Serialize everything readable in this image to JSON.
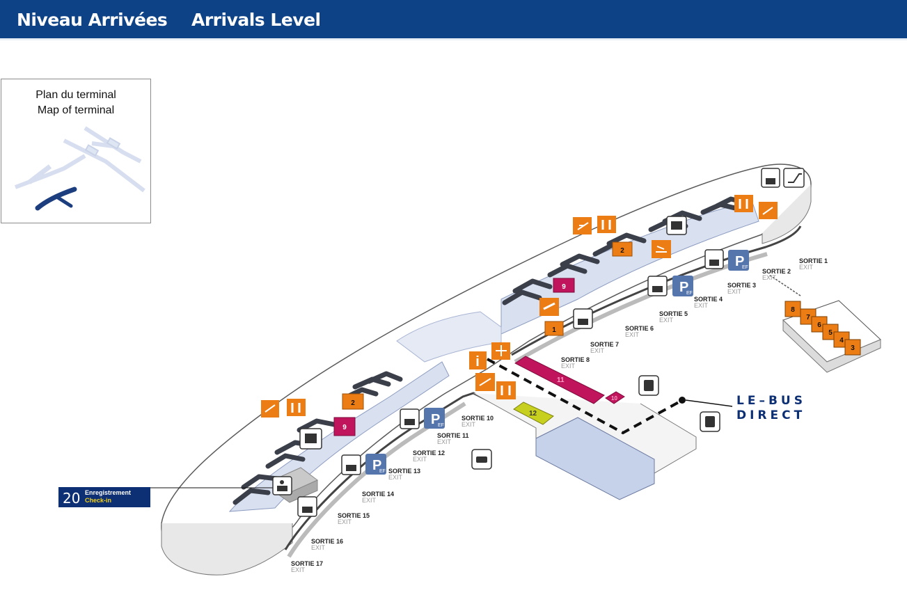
{
  "header": {
    "title_fr": "Niveau Arrivées",
    "title_en": "Arrivals Level",
    "background": "#0d4286"
  },
  "inset": {
    "line1": "Plan du terminal",
    "line2": "Map of terminal"
  },
  "checkin": {
    "number": "20",
    "label_fr": "Enregistrement",
    "label_en": "Check-in"
  },
  "bus": {
    "line1": "LE–BUS",
    "line2": "DIRECT"
  },
  "colors": {
    "service_orange": "#ec7d14",
    "parking_blue": "#5575ad",
    "belt_magenta": "#c0145c",
    "zone_yellow": "#c7cf1f",
    "terminal_blue": "#d9e0f0",
    "brand_navy": "#0d2f73"
  },
  "exits": [
    {
      "sortie": "SORTIE 1",
      "exit": "EXIT"
    },
    {
      "sortie": "SORTIE 2",
      "exit": "EXIT"
    },
    {
      "sortie": "SORTIE 3",
      "exit": "EXIT"
    },
    {
      "sortie": "SORTIE 4",
      "exit": "EXIT"
    },
    {
      "sortie": "SORTIE 5",
      "exit": "EXIT"
    },
    {
      "sortie": "SORTIE 6",
      "exit": "EXIT"
    },
    {
      "sortie": "SORTIE 7",
      "exit": "EXIT"
    },
    {
      "sortie": "SORTIE 8",
      "exit": "EXIT"
    },
    {
      "sortie": "SORTIE 10",
      "exit": "EXIT"
    },
    {
      "sortie": "SORTIE 11",
      "exit": "EXIT"
    },
    {
      "sortie": "SORTIE 12",
      "exit": "EXIT"
    },
    {
      "sortie": "SORTIE 13",
      "exit": "EXIT"
    },
    {
      "sortie": "SORTIE 14",
      "exit": "EXIT"
    },
    {
      "sortie": "SORTIE 15",
      "exit": "EXIT"
    },
    {
      "sortie": "SORTIE 16",
      "exit": "EXIT"
    },
    {
      "sortie": "SORTIE 17",
      "exit": "EXIT"
    }
  ],
  "zones": {
    "zone_2_east": "2",
    "zone_9_east": "9",
    "zone_1": "1",
    "zone_2_west": "2",
    "zone_9_west": "9",
    "zone_12": "12",
    "zone_11": "11",
    "zone_10": "10",
    "remote": [
      "8",
      "7",
      "6",
      "5",
      "4",
      "3"
    ]
  },
  "icons": {
    "info": "information-icon",
    "lift": "elevator-icon",
    "escalator": "escalator-icon",
    "parking": "parking-ef-icon",
    "parking_letter": "P",
    "parking_sub": "EF",
    "toilets": "toilets-icon",
    "baggage": "baggage-icon",
    "taxi": "taxi-icon",
    "bus": "bus-icon",
    "meeting": "meeting-point-icon"
  }
}
